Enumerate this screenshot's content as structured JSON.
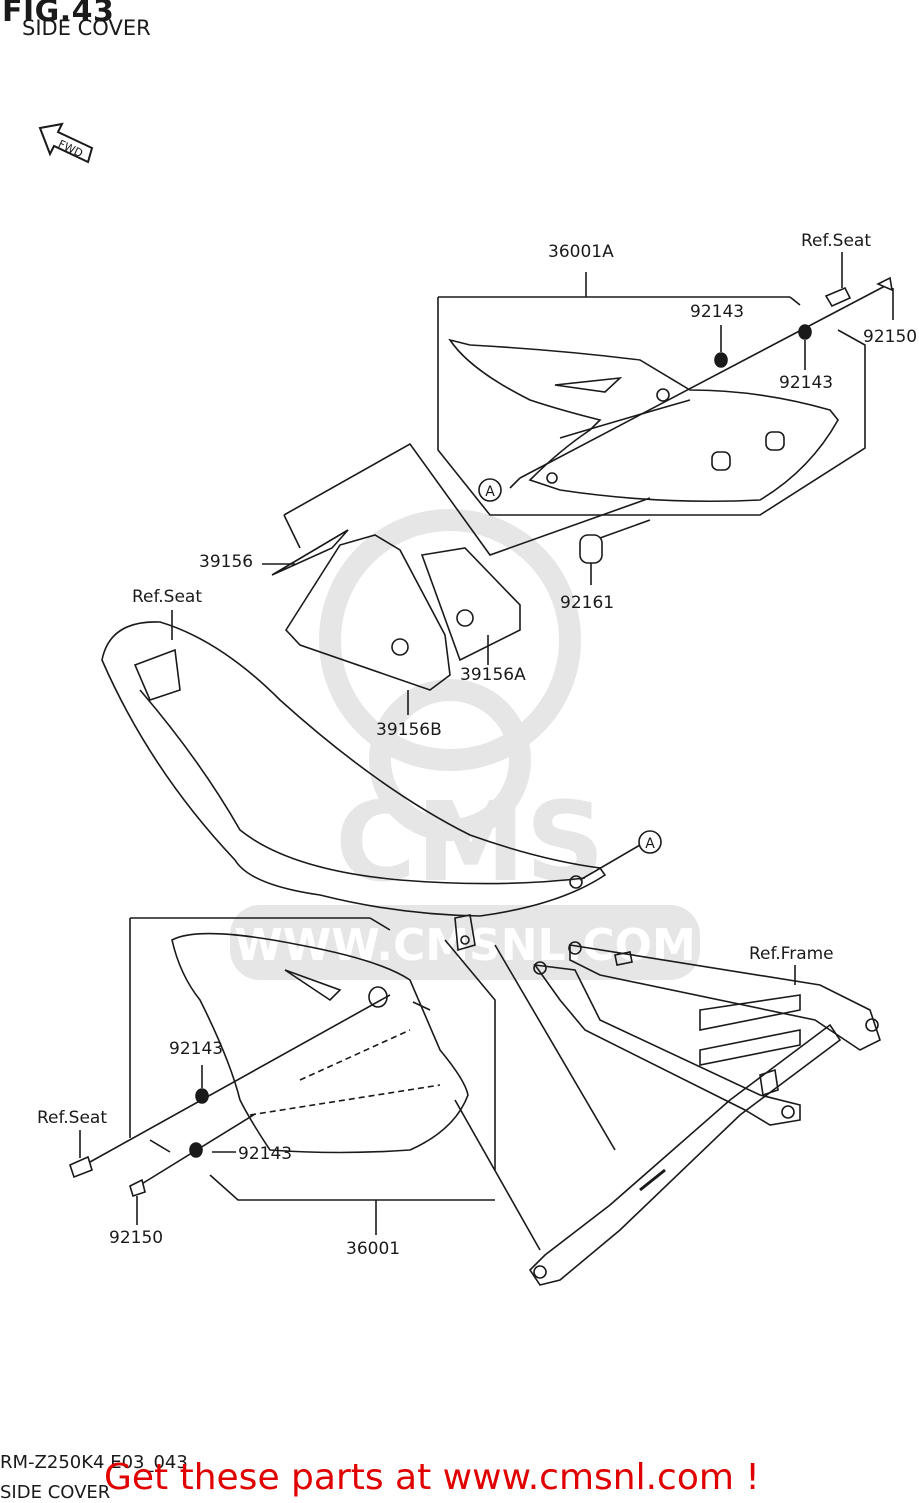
{
  "header": {
    "fig_label": "FIG.43",
    "section_title": "SIDE COVER"
  },
  "direction_indicator": {
    "text": "FWD",
    "icon": "forward-arrow-icon"
  },
  "part_labels": {
    "p36001A": "36001A",
    "ref_seat_top": "Ref.Seat",
    "p92143_top": "92143",
    "p92150_top": "92150",
    "p92143_mid": "92143",
    "callout_a_top": "A",
    "p39156": "39156",
    "p92161": "92161",
    "ref_seat_mid": "Ref.Seat",
    "p39156A": "39156A",
    "p39156B": "39156B",
    "callout_a_mid": "A",
    "ref_frame": "Ref.Frame",
    "p92143_left": "92143",
    "ref_seat_left": "Ref.Seat",
    "p92143_lower": "92143",
    "p92150_lower": "92150",
    "p36001": "36001"
  },
  "watermark": {
    "text": "WWW.CMSNL.COM",
    "logo_text": "CMS"
  },
  "footer": {
    "model_code": "RM-Z250K4 E03_043",
    "section_title": "SIDE COVER",
    "promo": "Get these parts at www.cmsnl.com !"
  },
  "colors": {
    "line": "#1a1a1a",
    "watermark": "#e6e6e6",
    "promo": "#e00000"
  }
}
